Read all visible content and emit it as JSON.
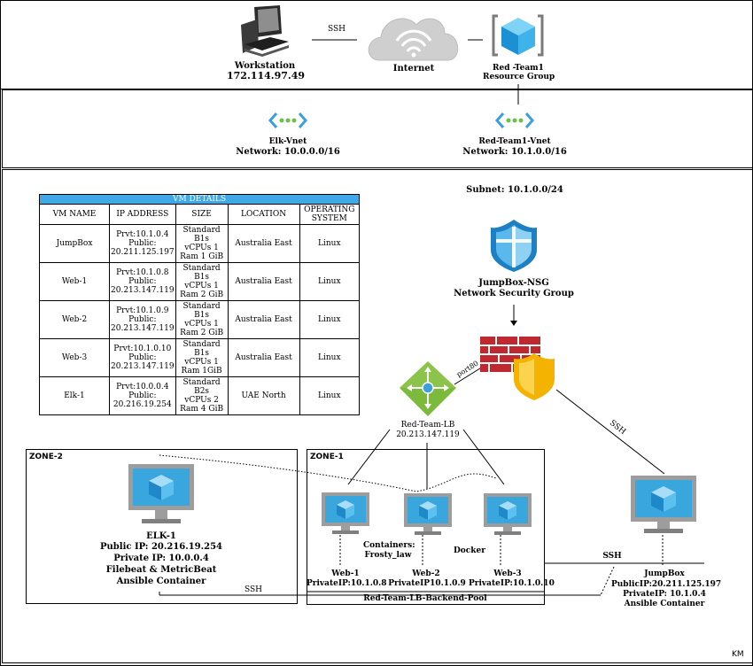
{
  "top": {
    "workstation": {
      "name": "Workstation",
      "ip": "172.114.97.49"
    },
    "ssh_label": "SSH",
    "internet": "Internet",
    "resource_group": {
      "line1": "Red -Team1",
      "line2": "Resource Group"
    }
  },
  "vnets": {
    "elk": {
      "name": "Elk-Vnet",
      "network": "Network: 10.0.0.0/16"
    },
    "red": {
      "name": "Red-Team1-Vnet",
      "network": "Network: 10.1.0.0/16"
    }
  },
  "subnet": "Subnet: 10.1.0.0/24",
  "nsg": {
    "name": "JumpBox-NSG",
    "desc": "Network Security Group"
  },
  "lb": {
    "name": "Red-Team-LB",
    "ip": "20.213.147.119",
    "port_label": "port80"
  },
  "ssh_labels": {
    "jumpbox": "SSH",
    "pool": "SSH",
    "elk": "SSH"
  },
  "zones": {
    "zone2": "ZONE-2",
    "zone1": "ZONE-1"
  },
  "elk": {
    "name": "ELK-1",
    "public": "Public IP: 20.216.19.254",
    "private": "Private IP: 10.0.0.4",
    "beats": "Filebeat & MetricBeat",
    "container": "Ansible Container"
  },
  "web": [
    {
      "name": "Web-1",
      "ip": "PrivateIP:10.1.0.8"
    },
    {
      "name": "Web-2",
      "ip": "PrivateIP10.1.0.9"
    },
    {
      "name": "Web-3",
      "ip": "PrivateIP:10.1.0.10"
    }
  ],
  "containers": {
    "line1": "Containers:",
    "line2": "Frosty_law"
  },
  "docker": "Docker",
  "pool": "Red-Team-LB-Backend-Pool",
  "jumpbox": {
    "name": "JumpBox",
    "public": "PublicIP:20.211.125.197",
    "private": "PrivateIP: 10.1.0.4",
    "container": "Ansible Container"
  },
  "author": "KM",
  "table": {
    "title": "VM DETAILS",
    "headers": [
      "VM NAME",
      "IP ADDRESS",
      "SIZE",
      "LOCATION",
      "OPERATING SYSTEM"
    ],
    "rows": [
      {
        "name": "JumpBox",
        "ip": [
          "Prvt:10.1.0.4",
          "Public:",
          "20.211.125.197"
        ],
        "size": [
          "Standard B1s",
          "vCPUs 1",
          "Ram 1 GiB"
        ],
        "loc": "Australia East",
        "os": "Linux"
      },
      {
        "name": "Web-1",
        "ip": [
          "Prvt:10.1.0.8",
          "Public:",
          "20.213.147.119"
        ],
        "size": [
          "Standard B1s",
          "vCPUs 1",
          "Ram 2 GiB"
        ],
        "loc": "Australia East",
        "os": "Linux"
      },
      {
        "name": "Web-2",
        "ip": [
          "Prvt:10.1.0.9",
          "Public:",
          "20.213.147.119"
        ],
        "size": [
          "Standard B1s",
          "vCPUs 1",
          "Ram 2 GiB"
        ],
        "loc": "Australia East",
        "os": "Linux"
      },
      {
        "name": "Web-3",
        "ip": [
          "Prvt:10.1.0.10",
          "Public:",
          "20.213.147.119"
        ],
        "size": [
          "Standard B1s",
          "vCPUs 1",
          "Ram 1GiB"
        ],
        "loc": "Australia East",
        "os": "Linux"
      },
      {
        "name": "Elk-1",
        "ip": [
          "Prvt:10.0.0.4",
          "Public:",
          "20.216.19.254"
        ],
        "size": [
          "Standard B2s",
          "vCPUs 2",
          "Ram 4 GiB"
        ],
        "loc": "UAE North",
        "os": "Linux"
      }
    ]
  }
}
